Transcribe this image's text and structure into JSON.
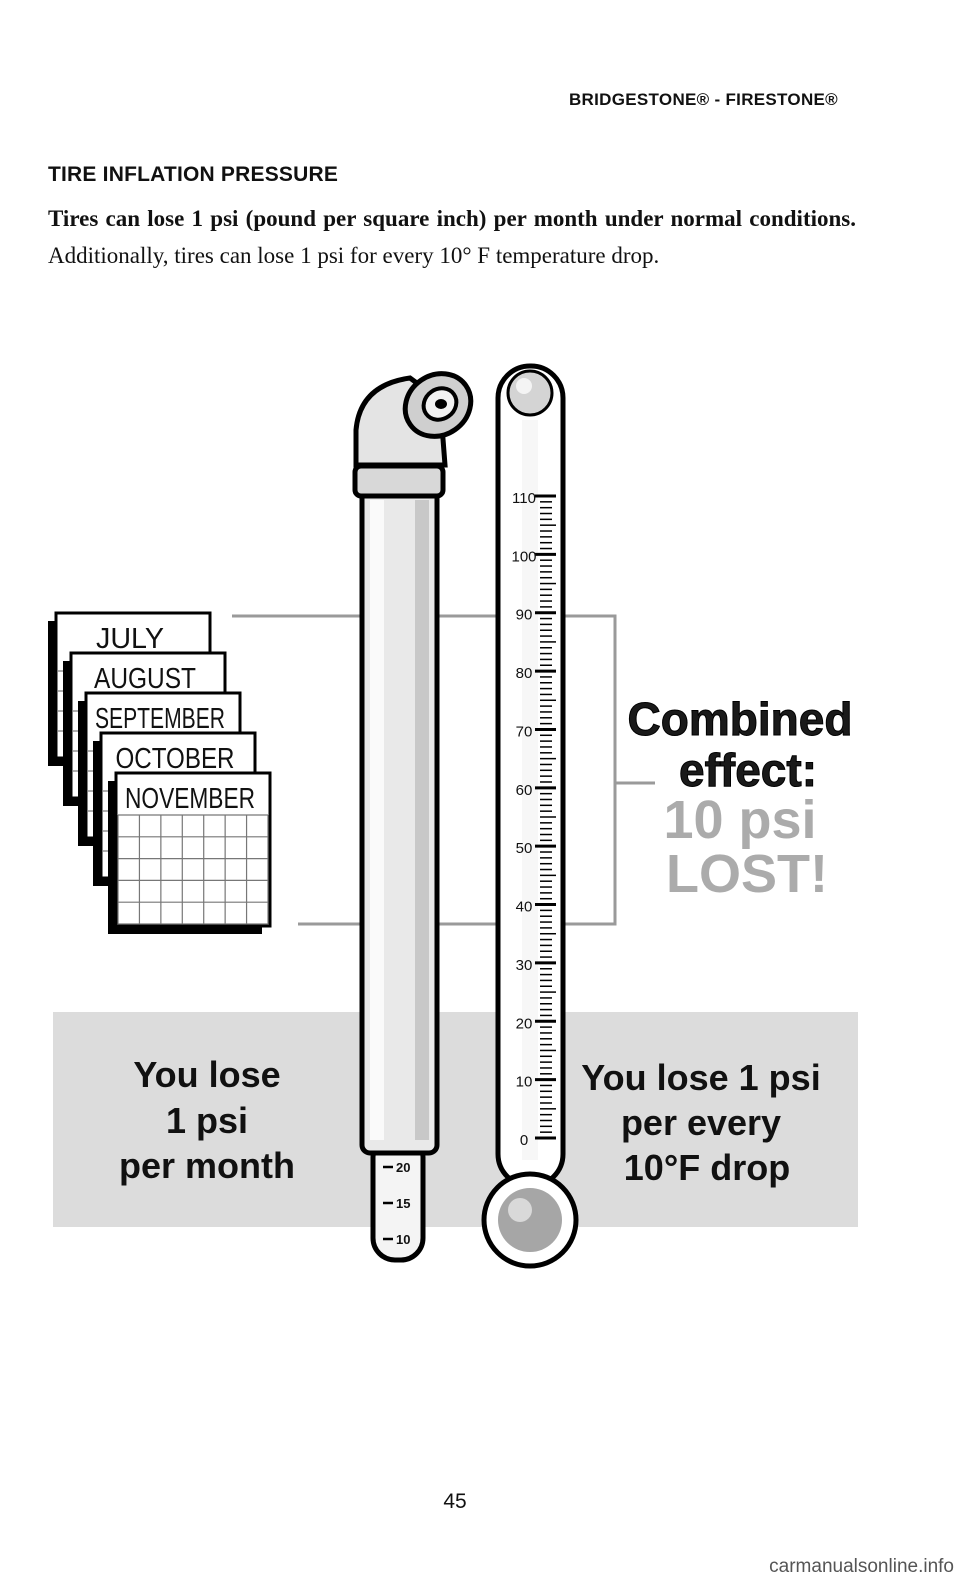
{
  "header": {
    "brand": "BRIDGESTONE® - FIRESTONE®"
  },
  "section": {
    "title": "TIRE INFLATION PRESSURE",
    "bold_lead": "Tires can lose 1 psi (pound per square inch) per month under normal conditions.",
    "body_rest": "Additionally, tires can lose 1 psi for every 10° F temperature drop."
  },
  "illustration": {
    "months": [
      "JULY",
      "AUGUST",
      "SEPTEMBER",
      "OCTOBER",
      "NOVEMBER"
    ],
    "combined_effect": {
      "line1": "Combined",
      "line2": "effect:",
      "line3": "10 psi",
      "line4": "LOST!"
    },
    "left_caption": [
      "You lose",
      "1 psi",
      "per month"
    ],
    "right_caption": [
      "You lose 1 psi",
      "per every",
      "10°F drop"
    ],
    "thermometer_scale": [
      "110",
      "100",
      "90",
      "80",
      "70",
      "60",
      "50",
      "40",
      "30",
      "20",
      "10",
      "0"
    ],
    "gauge_scale": [
      "20",
      "15",
      "10"
    ],
    "colors": {
      "combined_red": "#ababab",
      "panel_gray": "#dcdcdc"
    }
  },
  "footer": {
    "page_number": "45",
    "watermark": "carmanualsonline.info"
  }
}
